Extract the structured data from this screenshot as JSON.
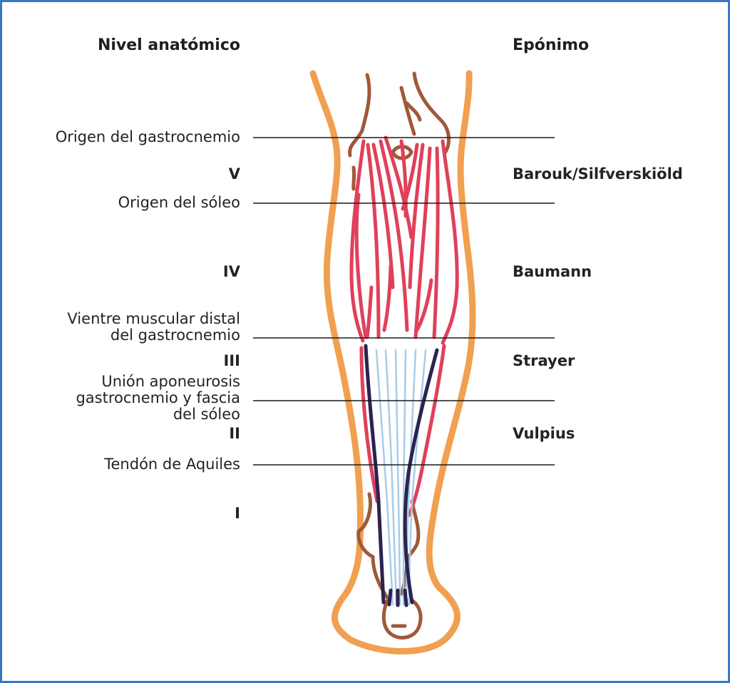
{
  "headers": {
    "left": "Nivel anatómico",
    "right": "Epónimo"
  },
  "landmarks": [
    {
      "lines": [
        "Origen del gastrocnemio"
      ]
    },
    {
      "lines": [
        "Origen del sóleo"
      ]
    },
    {
      "lines": [
        "Vientre muscular distal",
        "del gastrocnemio"
      ]
    },
    {
      "lines": [
        "Unión aponeurosis",
        "gastrocnemio y fascia",
        "del sóleo"
      ]
    },
    {
      "lines": [
        "Tendón de Aquiles"
      ]
    }
  ],
  "levels": [
    {
      "numeral": "V",
      "eponym": "Barouk/Silfverskiöld"
    },
    {
      "numeral": "IV",
      "eponym": "Baumann"
    },
    {
      "numeral": "III",
      "eponym": "Strayer"
    },
    {
      "numeral": "II",
      "eponym": "Vulpius"
    },
    {
      "numeral": "I",
      "eponym": ""
    }
  ],
  "colors": {
    "frame_border": "#3a78c3",
    "skin_outline": "#f0a050",
    "bone": "#a0583a",
    "muscle": "#e0405a",
    "tendon_edge": "#2a2350",
    "tendon_fibers": "#a8cce8",
    "reference_line": "#1a1a1a"
  }
}
